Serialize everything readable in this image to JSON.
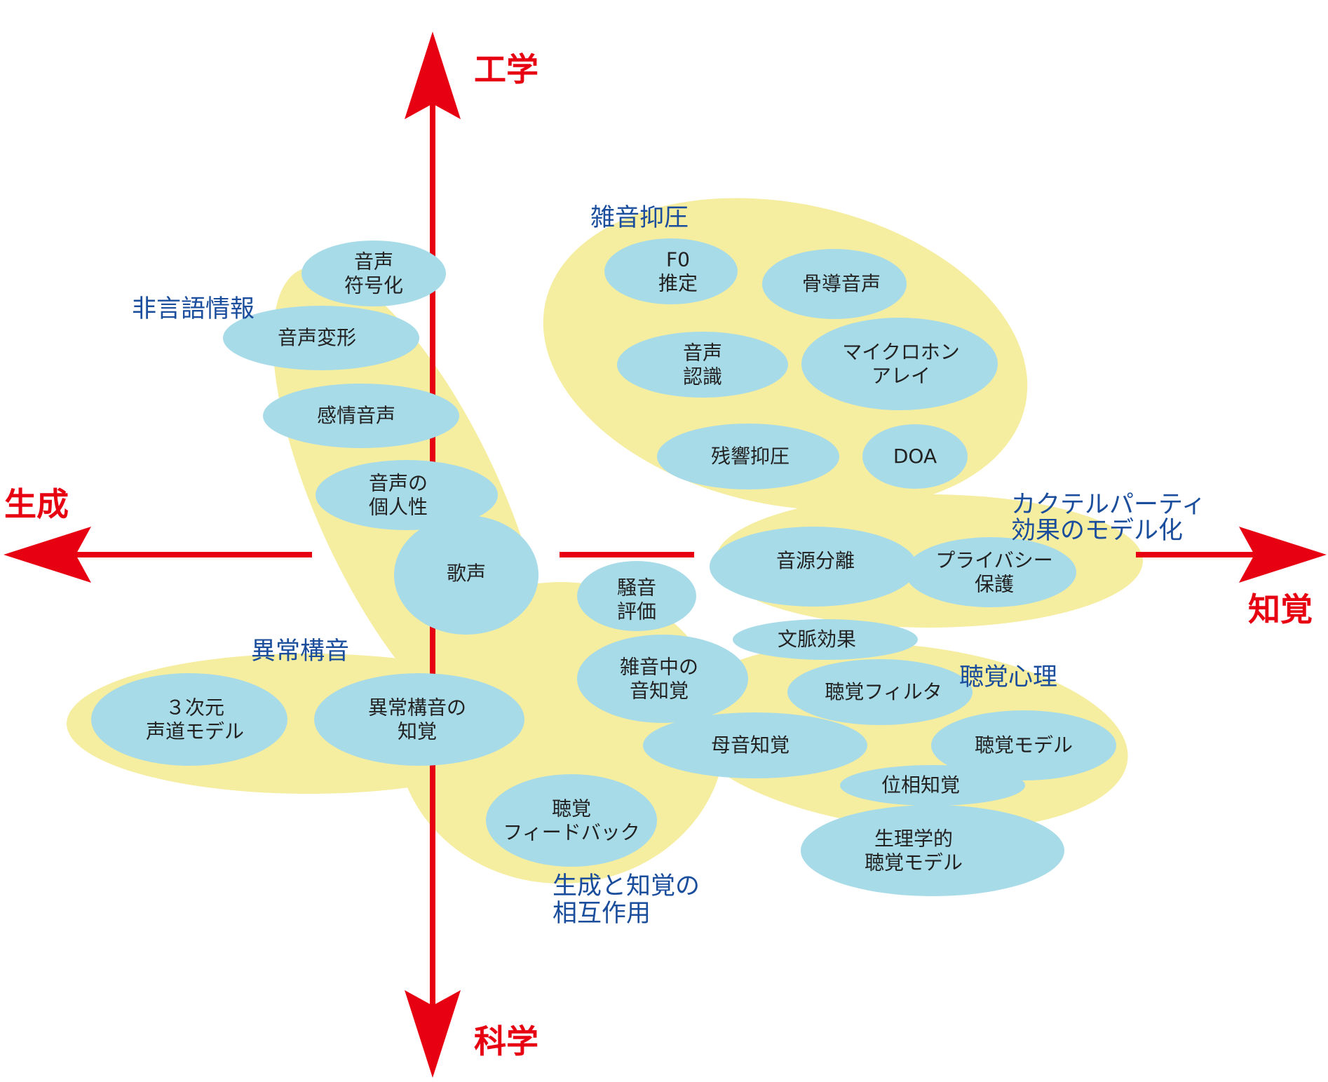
{
  "colors": {
    "axis": "#e60012",
    "group_fill": "#f5eda0",
    "topic_fill": "#a8dbe8",
    "group_label": "#1a4e9c",
    "topic_label": "#222222"
  },
  "axes": {
    "up": "工学",
    "down": "科学",
    "left": "生成",
    "right": "知覚"
  },
  "groups": {
    "nonverbal": "非言語情報",
    "noise_suppression": "雑音抑圧",
    "cocktail_party": "カクテルパーティ\n効果のモデル化",
    "disordered_articulation": "異常構音",
    "auditory_psychology": "聴覚心理",
    "production_perception": "生成と知覚の\n相互作用"
  },
  "topics": {
    "speech_coding": "音声\n符号化",
    "voice_conversion": "音声変形",
    "emotional_speech": "感情音声",
    "speaker_individuality": "音声の\n個人性",
    "singing_voice": "歌声",
    "f0_estimation": "F0\n推定",
    "bone_conduction": "骨導音声",
    "speech_recognition": "音声\n認識",
    "microphone_array": "マイクロホン\nアレイ",
    "dereverberation": "残響抑圧",
    "doa": "DOA",
    "source_separation": "音源分離",
    "privacy": "プライバシー\n保護",
    "noise_evaluation": "騒音\n評価",
    "context_effect": "文脈効果",
    "speech_in_noise": "雑音中の\n音知覚",
    "auditory_filter": "聴覚フィルタ",
    "vowel_perception": "母音知覚",
    "auditory_model": "聴覚モデル",
    "phase_perception": "位相知覚",
    "physiological_model": "生理学的\n聴覚モデル",
    "vocal_tract_3d": "３次元\n声道モデル",
    "disordered_perception": "異常構音の\n知覚",
    "auditory_feedback": "聴覚\nフィードバック"
  }
}
